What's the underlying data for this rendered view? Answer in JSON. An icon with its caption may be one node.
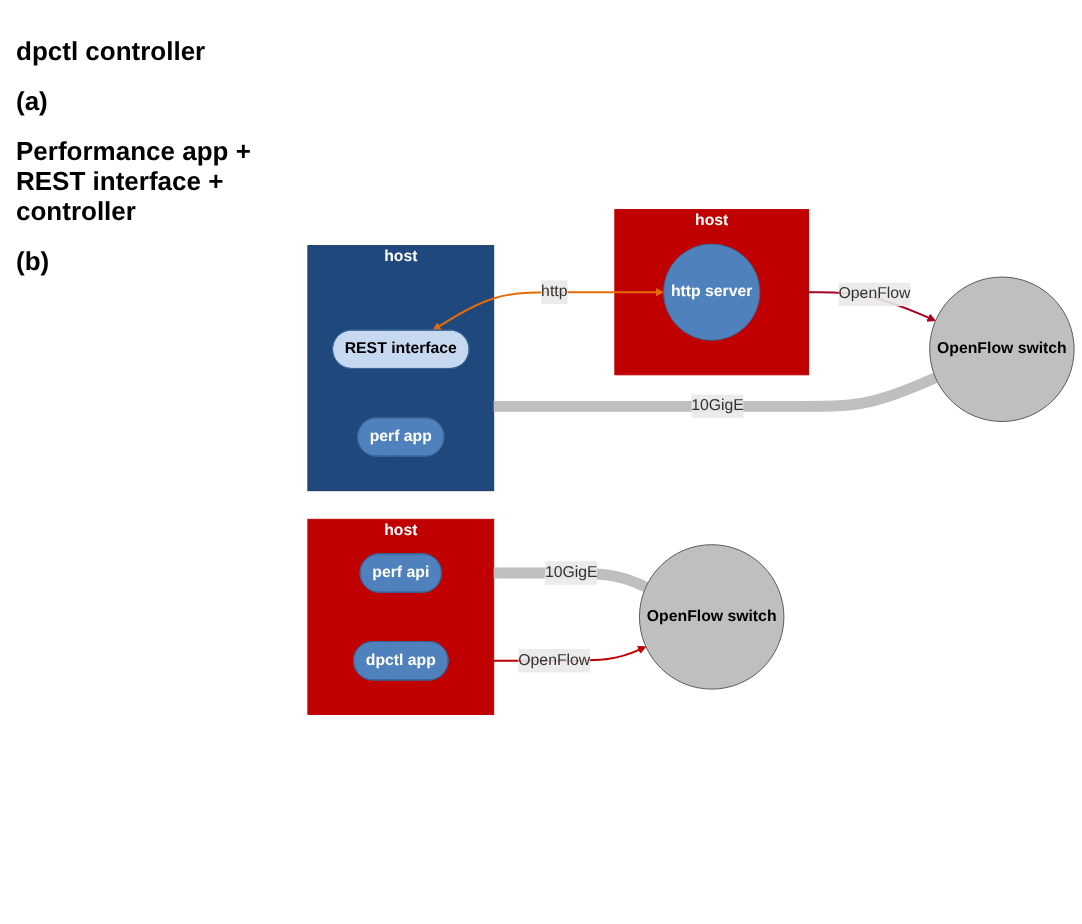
{
  "diagram": {
    "nodes": [
      {
        "text": [
          "host"
        ]
      },
      {
        "text": [
          "perf api"
        ],
        "in": 0
      },
      {
        "text": [
          "dpctl app"
        ],
        "in": 0
      },
      {
        "text": [
          "OpenFlow switch"
        ]
      },
      {
        "text": [
          "host"
        ]
      },
      {
        "text": [
          "http server"
        ],
        "in": 4
      },
      {
        "text": [
          "host"
        ]
      },
      {
        "text": [
          "REST interface"
        ],
        "in": 6
      },
      {
        "text": [
          "perf app"
        ],
        "in": 6
      },
      {
        "text": [
          "OpenFlow switch"
        ]
      }
    ],
    "edges": [
      {
        "from": 0,
        "to": 3,
        "arrow": "none",
        "label": "10GigE",
        "style": "thick",
        "color": "#bfbfbf"
      },
      {
        "from": 2,
        "to": 3,
        "arrow": "both",
        "label": "OpenFlow",
        "color": "#c00000"
      },
      {
        "from": 7,
        "to": 5,
        "arrow": "both",
        "label": "http",
        "color": "#e36c09"
      },
      {
        "from": 4,
        "to": 9,
        "arrow": "to",
        "label": "OpenFlow",
        "color": "#a50021"
      },
      {
        "from": 6,
        "to": 9,
        "arrow": "none",
        "label": "10GigE",
        "style": "thick",
        "color": "#bfbfbf"
      }
    ],
    "labels": [
      "dpctl controller",
      "(a)",
      "Performance app + REST interface + controller",
      "(b)"
    ]
  }
}
